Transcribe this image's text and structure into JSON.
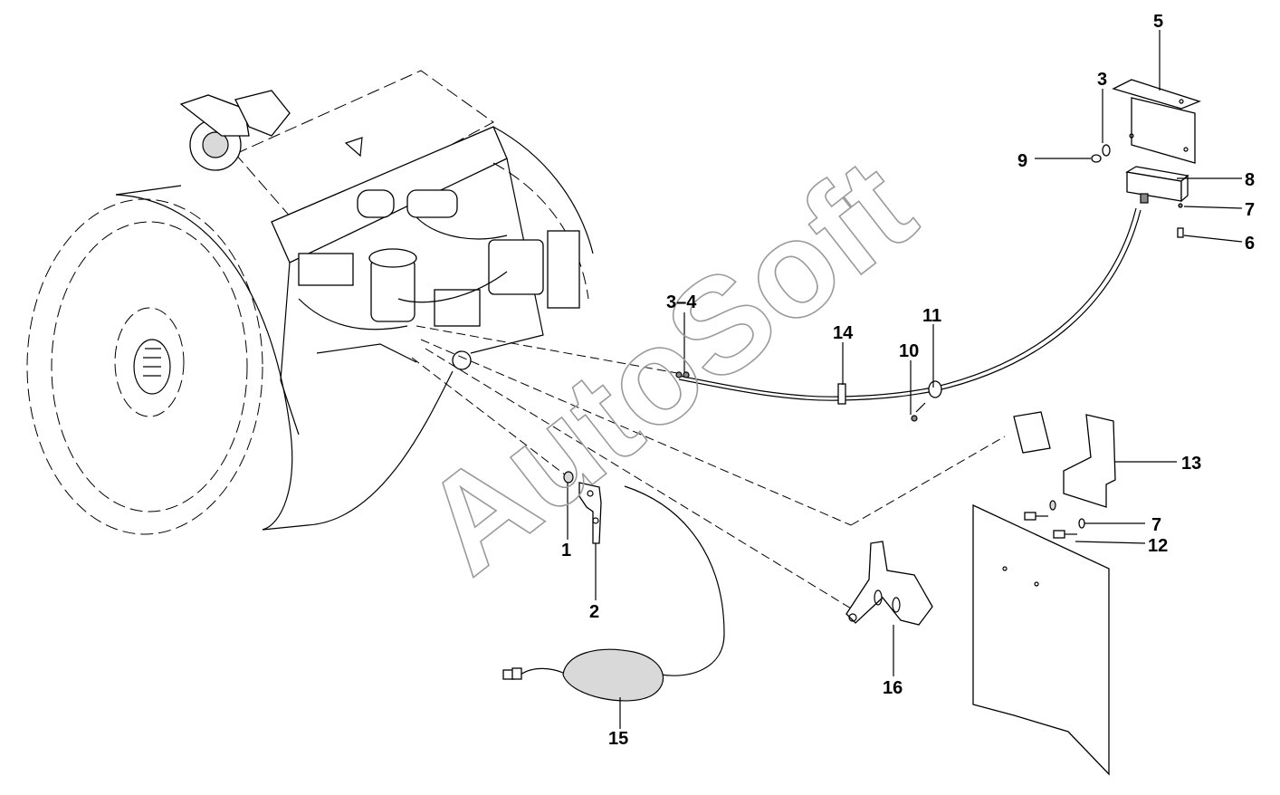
{
  "watermark": "AutoSoft",
  "callouts": {
    "c1": "1",
    "c2": "2",
    "c3": "3",
    "c3_4": "3–4",
    "c5": "5",
    "c6": "6",
    "c7a": "7",
    "c7b": "7",
    "c8": "8",
    "c9": "9",
    "c10": "10",
    "c11": "11",
    "c12": "12",
    "c13": "13",
    "c14": "14",
    "c15": "15",
    "c16": "16"
  }
}
